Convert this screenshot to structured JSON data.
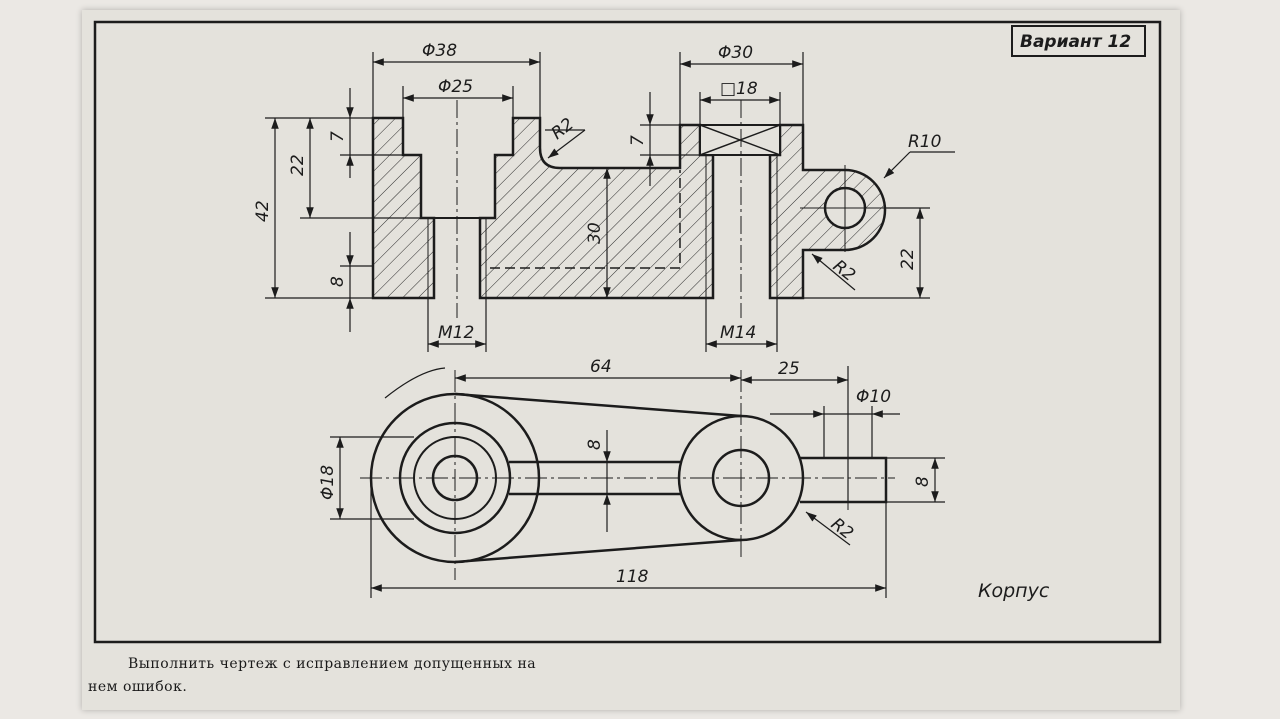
{
  "variant_label": "Вариант 12",
  "part_name": "Корпус",
  "dimensions": {
    "d38": "Φ38",
    "d25": "Φ25",
    "d30": "Φ30",
    "sq18": "□18",
    "r2_top": "R2",
    "r10": "R10",
    "r2_right": "R2",
    "h7_left": "7",
    "h22_left": "22",
    "h42": "42",
    "h8": "8",
    "h30": "30",
    "h7_right": "7",
    "h22_right": "22",
    "m12": "M12",
    "m14": "M14",
    "l64": "64",
    "l25": "25",
    "d10": "Φ10",
    "d18": "Φ18",
    "w8_arm": "8",
    "w8_lug": "8",
    "r2_plan": "R2",
    "l118": "118"
  },
  "task_note": {
    "line1": "Выполнить чертеж с исправлением допущенных на",
    "line2": "нем ошибок."
  },
  "colors": {
    "paper": "#e4e2dc",
    "ink": "#1c1c1c"
  }
}
